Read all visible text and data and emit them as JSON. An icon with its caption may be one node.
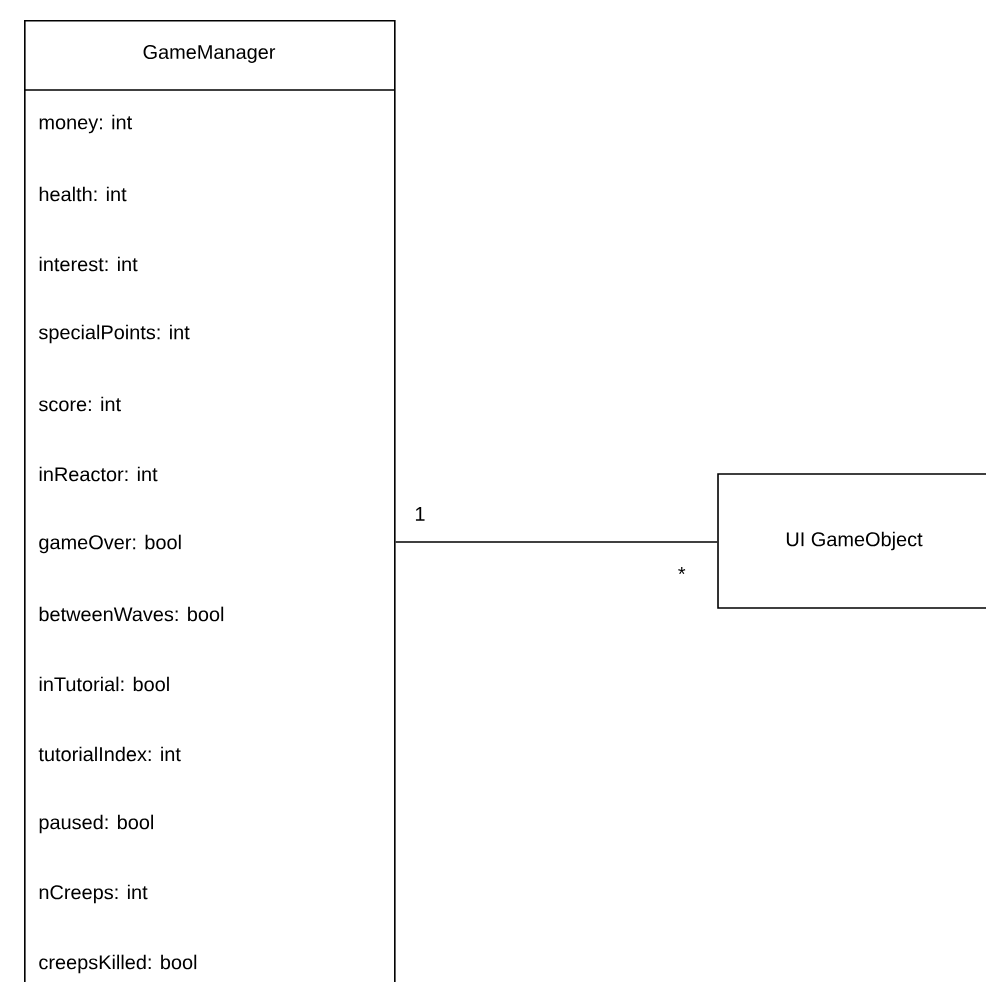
{
  "diagram": {
    "nodes": [
      {
        "text": [
          "GameManager",
          "money: int",
          "health: int",
          "interest: int",
          "specialPoints: int",
          "score: int",
          "inReactor: int",
          "gameOver: bool",
          "betweenWaves: bool",
          "inTutorial: bool",
          "tutorialIndex: int",
          "paused: bool",
          "nCreeps: int",
          "creepsKilled: bool"
        ]
      },
      {
        "text": [
          "UI GameObject"
        ]
      }
    ],
    "edges": [
      {
        "from": 0,
        "to": 1,
        "arrow": "none"
      }
    ],
    "labels": [
      "1",
      "*"
    ]
  }
}
